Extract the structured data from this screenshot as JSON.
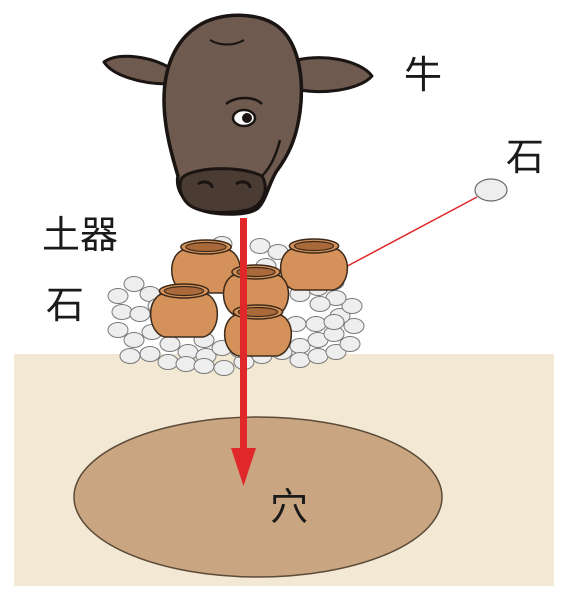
{
  "labels": {
    "cow": "牛",
    "stone_single": "石",
    "pottery": "土器",
    "stones": "石",
    "pit": "穴"
  },
  "colors": {
    "ground": "#f2e8d4",
    "pit": "#c9a581",
    "pit_outline": "#5c4a38",
    "arrow": "#e0282a",
    "pointer_line": "#e0282a",
    "pot_fill": "#d4925a",
    "pot_outline": "#3d2a1a",
    "stone_fill": "#eeeeee",
    "stone_outline": "#7a7a7a",
    "cow_fill": "#6e5a4e",
    "cow_outline": "#1a1412",
    "label_text": "#1a1a1a"
  },
  "icons": {
    "cow": "cow-head-icon",
    "pot": "clay-pot-icon",
    "stone": "stone-icon"
  }
}
